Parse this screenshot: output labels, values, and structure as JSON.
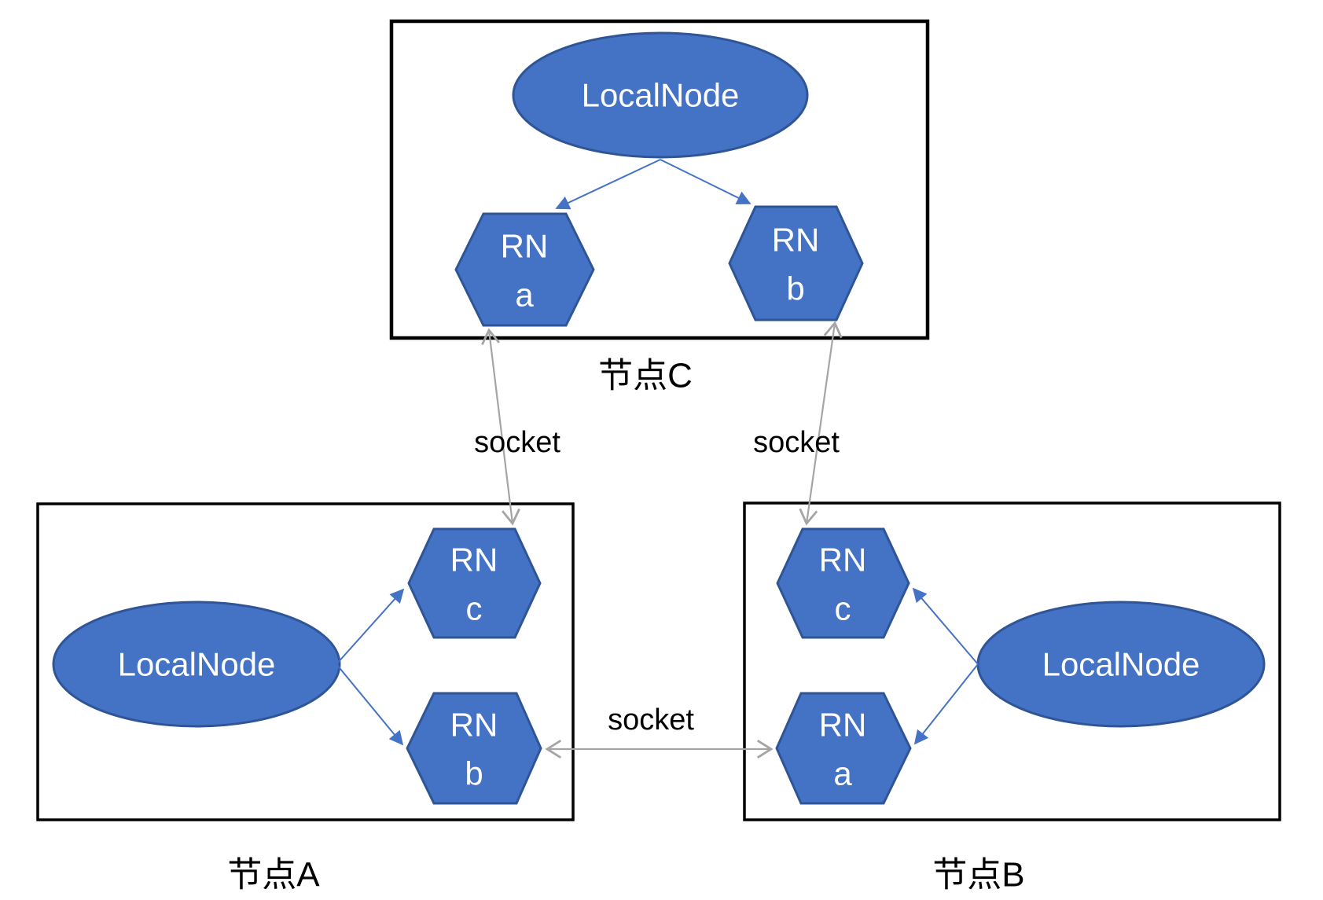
{
  "nodes": [
    {
      "id": "node-c",
      "label": "节点C",
      "local_node": "LocalNode",
      "remote_nodes": [
        {
          "line1": "RN",
          "line2": "a"
        },
        {
          "line1": "RN",
          "line2": "b"
        }
      ]
    },
    {
      "id": "node-a",
      "label": "节点A",
      "local_node": "LocalNode",
      "remote_nodes": [
        {
          "line1": "RN",
          "line2": "c"
        },
        {
          "line1": "RN",
          "line2": "b"
        }
      ]
    },
    {
      "id": "node-b",
      "label": "节点B",
      "local_node": "LocalNode",
      "remote_nodes": [
        {
          "line1": "RN",
          "line2": "c"
        },
        {
          "line1": "RN",
          "line2": "a"
        }
      ]
    }
  ],
  "connections": [
    {
      "label": "socket",
      "from": "节点C RN a",
      "to": "节点A RN c"
    },
    {
      "label": "socket",
      "from": "节点C RN b",
      "to": "节点B RN c"
    },
    {
      "label": "socket",
      "from": "节点A RN b",
      "to": "节点B RN a"
    }
  ],
  "colors": {
    "shape_fill": "#4472C4",
    "shape_stroke": "#2F5597",
    "blue_arrow": "#4472C4",
    "gray_arrow": "#A5A5A5",
    "box_border": "#000000",
    "shape_text": "#FFFFFF",
    "label_text": "#000000",
    "background": "#FFFFFF"
  }
}
